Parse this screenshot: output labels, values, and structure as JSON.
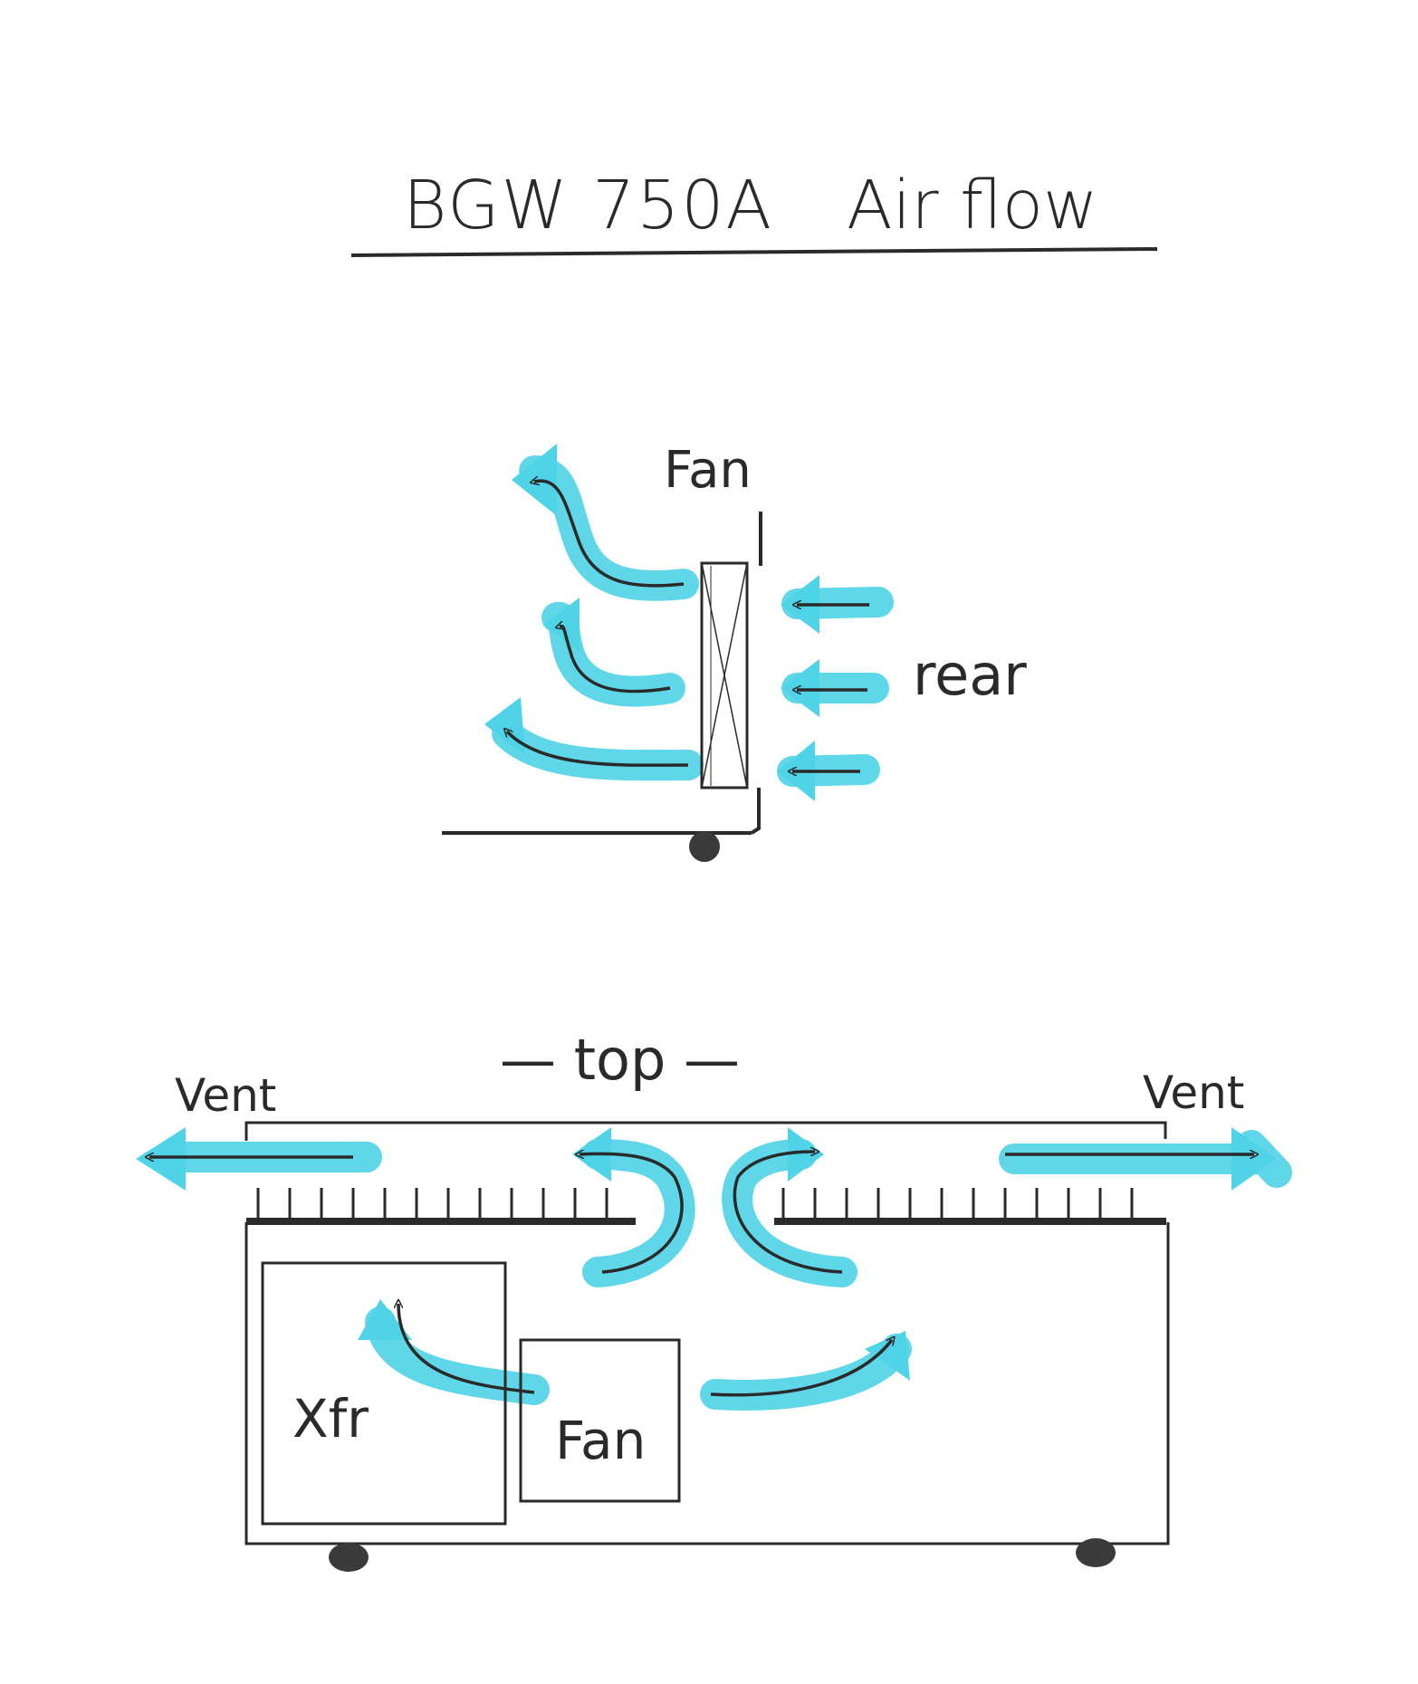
{
  "title": {
    "model": "BGW 750A",
    "subject": "Air flow"
  },
  "labels": {
    "fan_side": "Fan",
    "rear": "rear",
    "top": "— top —",
    "vent_left": "Vent",
    "vent_right": "Vent",
    "transformer": "Xfr",
    "fan_top_view": "Fan"
  },
  "colors": {
    "ink": "#2a2a2a",
    "airflow_highlight": "#4fd3e6",
    "background": "#ffffff"
  },
  "icons": {
    "fan_symbol": "fan-box-x-icon",
    "wheel": "caster-wheel-icon"
  }
}
